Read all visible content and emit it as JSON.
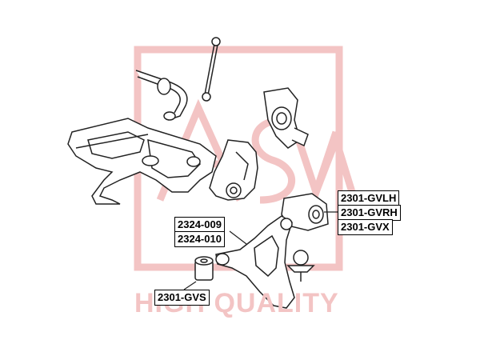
{
  "watermark": {
    "brand": "ASVA",
    "tagline": "HIGH QUALITY",
    "color": "#f3c4c4"
  },
  "labels": {
    "lower_arm_left": "2324-009",
    "lower_arm_right": "2324-010",
    "bushing_front": "2301-GVS",
    "bushing_rear_lh": "2301-GVLH",
    "bushing_rear_rh": "2301-GVRH",
    "bushing_rear_x": "2301-GVX"
  },
  "colors": {
    "line": "#222222",
    "label_border": "#000000"
  }
}
